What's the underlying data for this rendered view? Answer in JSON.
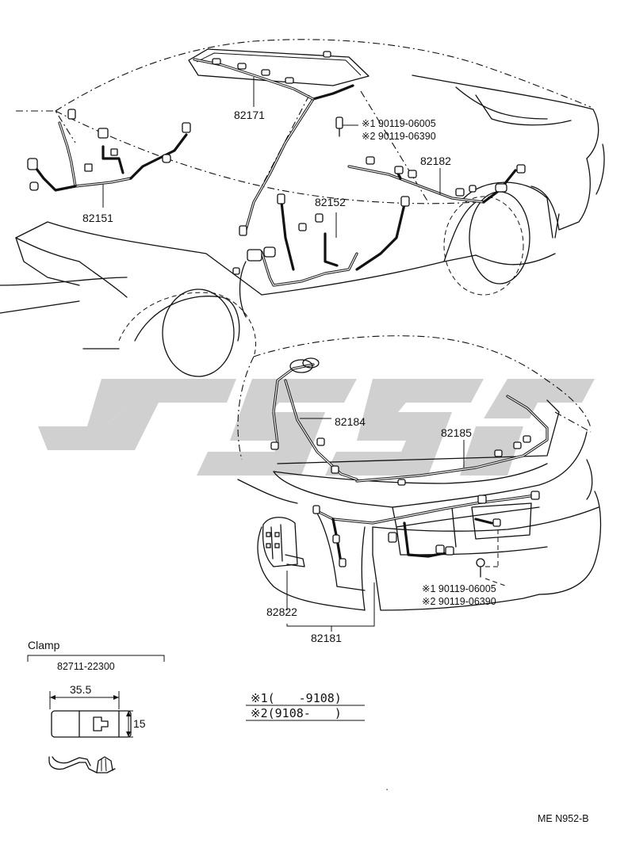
{
  "parts": {
    "p82171": "82171",
    "p82151": "82151",
    "p82152": "82152",
    "p82182": "82182",
    "p82184": "82184",
    "p82185": "82185",
    "p82822": "82822",
    "p82181": "82181"
  },
  "bolts_top": {
    "line1": "※1 90119-06005",
    "line2": "※2 90119-06390"
  },
  "bolts_bottom": {
    "line1": "※1 90119-06005",
    "line2": "※2 90119-06390"
  },
  "clamp": {
    "title": "Clamp",
    "part_no": "82711-22300",
    "dim_width": "35.5",
    "dim_height": "15"
  },
  "legend": {
    "line1": "※1(　　-9108)",
    "line2": "※2(9108-　　)"
  },
  "footer": {
    "code": "ME N952-B"
  },
  "colors": {
    "ink": "#111111",
    "watermark": "#c8c8c8"
  }
}
